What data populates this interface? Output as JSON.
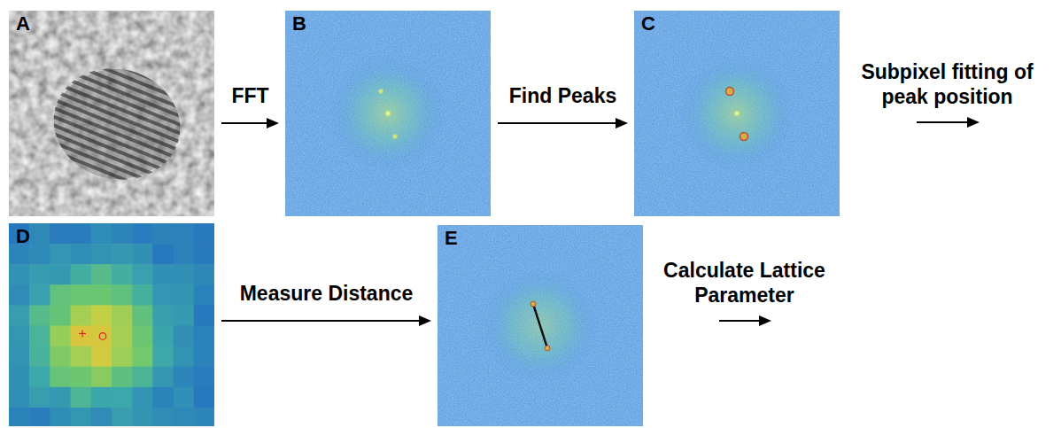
{
  "diagram": {
    "nodes": [
      {
        "text": [
          "A"
        ]
      },
      {
        "text": [
          "B"
        ]
      },
      {
        "text": [
          "C"
        ]
      },
      {
        "text": [
          "D"
        ]
      },
      {
        "text": [
          "E"
        ]
      }
    ],
    "edges": [
      {
        "from": 0,
        "to": 1,
        "arrow": "to",
        "label": "FFT"
      },
      {
        "from": 1,
        "to": 2,
        "arrow": "to",
        "label": "Find Peaks"
      },
      {
        "from": 3,
        "to": 4,
        "arrow": "to",
        "label": "Measure Distance"
      }
    ],
    "labels": [
      "Subpixel fitting of peak position",
      "Calculate Lattice Parameter"
    ]
  }
}
